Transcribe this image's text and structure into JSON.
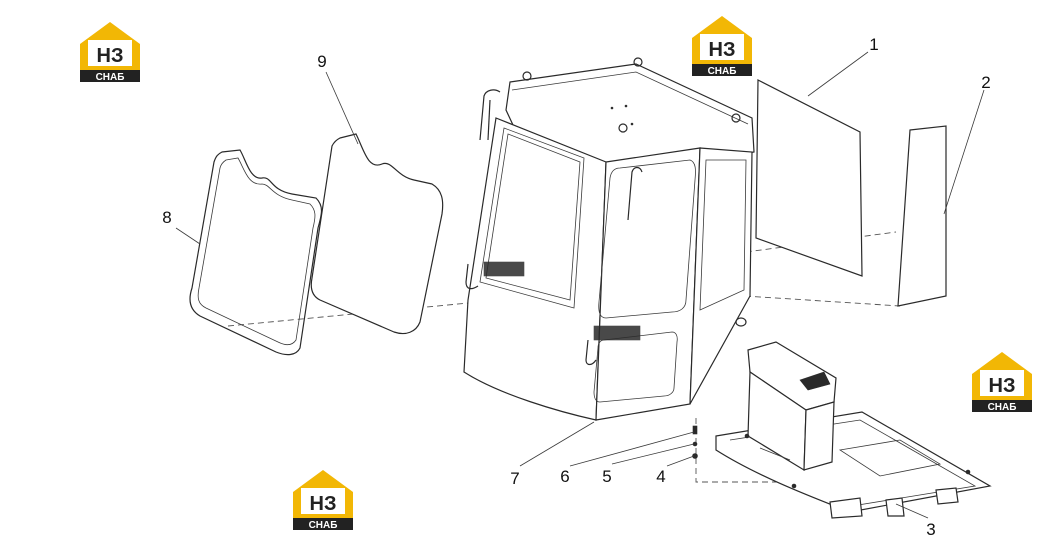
{
  "brand": {
    "logo_letters": "НЗ",
    "logo_caption": "СНАБ",
    "accent_color": "#f2b705",
    "dark_color": "#222222"
  },
  "callouts": [
    {
      "id": "1",
      "label": "1"
    },
    {
      "id": "2",
      "label": "2"
    },
    {
      "id": "3",
      "label": "3"
    },
    {
      "id": "4",
      "label": "4"
    },
    {
      "id": "5",
      "label": "5"
    },
    {
      "id": "6",
      "label": "6"
    },
    {
      "id": "7",
      "label": "7"
    },
    {
      "id": "8",
      "label": "8"
    },
    {
      "id": "9",
      "label": "9"
    }
  ]
}
